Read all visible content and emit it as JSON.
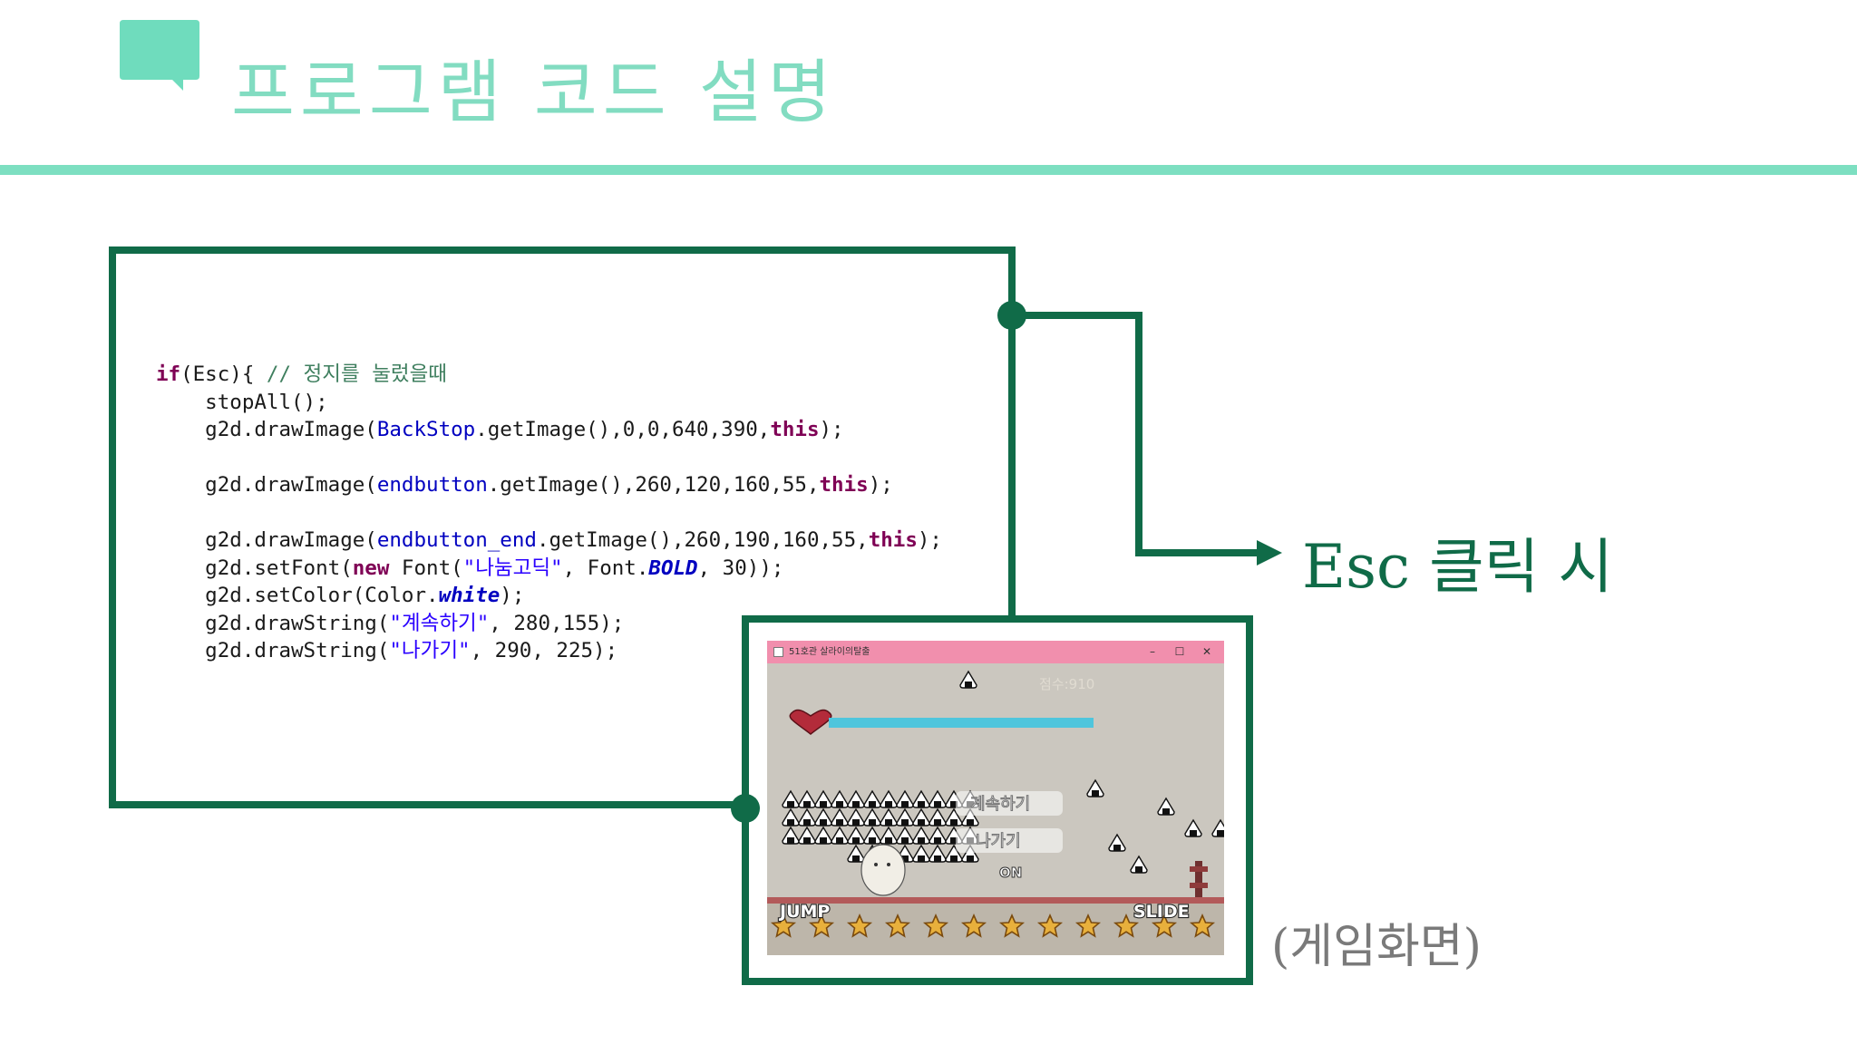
{
  "slide": {
    "title": "프로그램 코드 설명",
    "side_label": "Esc 클릭 시",
    "caption": "(게임화면)"
  },
  "code": {
    "l1_kw": "if",
    "l1_rest": "(Esc){ ",
    "l1_comment": "// 정지를 눌렀을때",
    "l2": "    stopAll();",
    "l3_a": "    g2d.drawImage(",
    "l3_field": "BackStop",
    "l3_b": ".getImage(),0,0,640,390,",
    "l3_kw": "this",
    "l3_c": ");",
    "l4_a": "    g2d.drawImage(",
    "l4_field": "endbutton",
    "l4_b": ".getImage(),260,120,160,55,",
    "l4_kw": "this",
    "l4_c": ");",
    "l5_a": "    g2d.drawImage(",
    "l5_field": "endbutton_end",
    "l5_b": ".getImage(),260,190,160,55,",
    "l5_kw": "this",
    "l5_c": ");",
    "l6_a": "    g2d.setFont(",
    "l6_kw": "new",
    "l6_b": " Font(",
    "l6_str": "\"나눔고딕\"",
    "l6_c": ", Font.",
    "l6_const": "BOLD",
    "l6_d": ", 30));",
    "l7_a": "    g2d.setColor(Color.",
    "l7_const": "white",
    "l7_b": ");",
    "l8_a": "    g2d.drawString(",
    "l8_str": "\"계속하기\"",
    "l8_b": ", 280,155);",
    "l9_a": "    g2d.drawString(",
    "l9_str": "\"나가기\"",
    "l9_b": ", 290, 225);"
  },
  "game_window": {
    "title": "51호관 살라이의탈출",
    "minimize": "–",
    "maximize": "☐",
    "close": "✕",
    "score": "점수:910",
    "resume_label": "계속하기",
    "exit_label": "나가기",
    "sound_label": "ON",
    "jump_label": "JUMP",
    "slide_label": "SLIDE",
    "health_fraction": 1.0,
    "colors": {
      "titlebar": "#f18fad",
      "background": "#cbc7bf",
      "health_bar": "#4fc5dc",
      "heart": "#b32b3a",
      "star": "#e8b03c"
    }
  },
  "colors": {
    "accent": "#7ddfc1",
    "frame": "#106b48",
    "title": "#82dcc1",
    "caption": "#7a7a7a"
  }
}
